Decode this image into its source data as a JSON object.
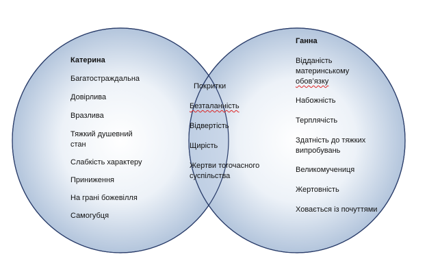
{
  "left_set": {
    "title": "Катерина",
    "items": [
      "Багатостраждальна",
      "Довірлива",
      "Вразлива",
      "Тяжкий душевний",
      "стан",
      "Слабкість характеру",
      "Приниження",
      "На грані божевілля",
      "Самогубця"
    ]
  },
  "intersection": {
    "items": [
      "Покритки",
      "Безталанність",
      "Відвертість",
      "Щирість",
      "Жертви тогочасного",
      "суспільства"
    ]
  },
  "right_set": {
    "title": "Ганна",
    "items": [
      "Відданість",
      "материнському",
      "обов’язку",
      "Набожність",
      "Терплячість",
      "Здатність до тяжких",
      "випробувань",
      "Великомучениця",
      "Жертовність",
      "Ховається із почуттями"
    ]
  },
  "colors": {
    "circle_center": "#ffffff",
    "circle_mid": "#e6edf6",
    "circle_edge": "#b3c5dc",
    "circle_stroke": "#2a3d6a",
    "overlap_fill": "#c3d2e6"
  }
}
